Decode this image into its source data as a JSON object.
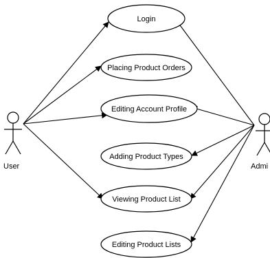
{
  "diagram": {
    "actors": [
      {
        "id": "user",
        "name": "User"
      },
      {
        "id": "admin",
        "name": "Admi"
      }
    ],
    "use_cases": [
      {
        "id": "login",
        "label": "Login"
      },
      {
        "id": "placing",
        "label": "Placing Product Orders"
      },
      {
        "id": "editing-account",
        "label": "Editing Account Profile"
      },
      {
        "id": "adding-types",
        "label": "Adding Product Types"
      },
      {
        "id": "viewing-list",
        "label": "Viewing Product List"
      },
      {
        "id": "editing-lists",
        "label": "Editing Product Lists"
      }
    ],
    "associations": [
      {
        "from": "user",
        "to": "login"
      },
      {
        "from": "user",
        "to": "placing"
      },
      {
        "from": "user",
        "to": "editing-account"
      },
      {
        "from": "user",
        "to": "viewing-list"
      },
      {
        "from": "admin",
        "to": "login"
      },
      {
        "from": "admin",
        "to": "editing-account"
      },
      {
        "from": "admin",
        "to": "adding-types"
      },
      {
        "from": "admin",
        "to": "viewing-list"
      },
      {
        "from": "admin",
        "to": "editing-lists"
      }
    ],
    "colors": {
      "line": "#000000",
      "fill": "#ffffff"
    }
  }
}
